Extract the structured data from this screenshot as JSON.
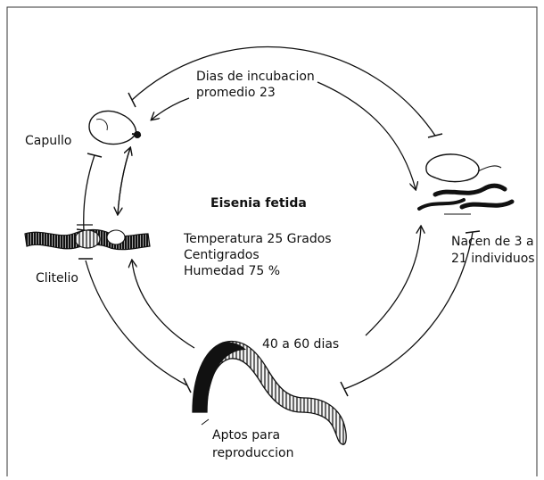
{
  "title": "Eisenia fetida",
  "conditions": [
    "Temperatura 25 Grados",
    "Centigrados",
    "Humedad 75 %"
  ],
  "stages": {
    "capullo": "Capullo",
    "clitelio": "Clitelio",
    "nacen": [
      "Nacen de 3 a",
      "21 individuos"
    ],
    "aptos": [
      "Aptos para",
      "reproduccion"
    ]
  },
  "arrows": {
    "incubacion": [
      "Dias de incubacion",
      "promedio 23"
    ],
    "crecimiento": "40 a 60 dias"
  },
  "colors": {
    "line": "#111111",
    "worm_fill": "#f2f2f2",
    "background": "#ffffff"
  }
}
